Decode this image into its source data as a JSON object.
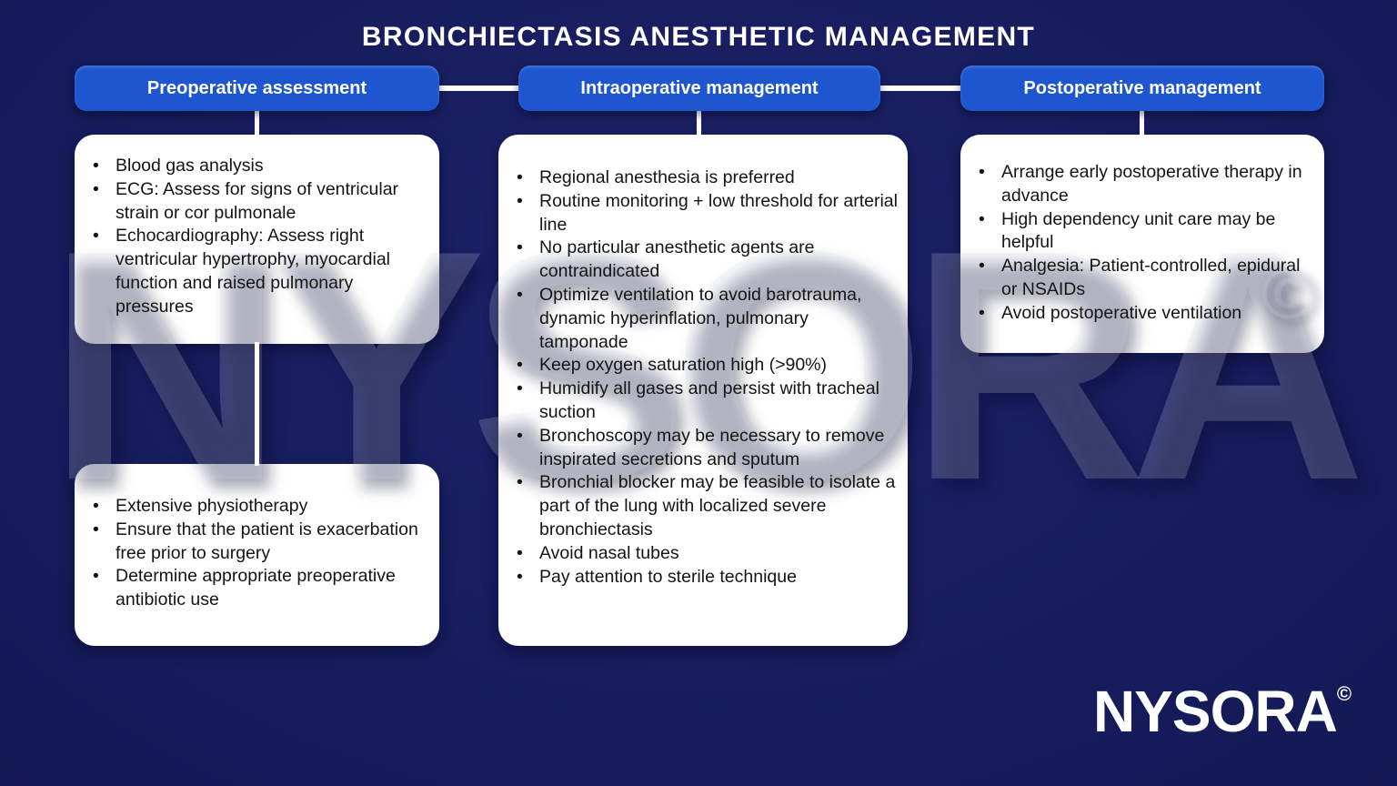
{
  "title": "BRONCHIECTASIS ANESTHETIC MANAGEMENT",
  "watermark": {
    "text": "NYSORA",
    "copyright": "©"
  },
  "logo": {
    "text": "NYSORA",
    "copyright": "©"
  },
  "colors": {
    "background_navy": "#151b58",
    "accent_blue": "#1d56cf",
    "card_white": "#ffffff",
    "text_dark": "#141414",
    "connector_white": "#ffffff"
  },
  "columns": [
    {
      "id": "preoperative",
      "header": "Preoperative assessment",
      "cards": [
        {
          "items": [
            "Blood gas analysis",
            "ECG: Assess for signs of ventricular strain or cor pulmonale",
            "Echocardiography: Assess right ventricular hypertrophy, myocardial function and raised pulmonary pressures"
          ]
        },
        {
          "items": [
            "Extensive physiotherapy",
            "Ensure that the patient is exacerbation free prior to surgery",
            "Determine appropriate preoperative antibiotic use"
          ]
        }
      ]
    },
    {
      "id": "intraoperative",
      "header": "Intraoperative management",
      "cards": [
        {
          "items": [
            "Regional anesthesia is preferred",
            "Routine monitoring + low threshold for arterial line",
            "No particular anesthetic agents are contraindicated",
            "Optimize ventilation to avoid barotrauma, dynamic hyperinflation, pulmonary tamponade",
            "Keep oxygen saturation high (>90%)",
            "Humidify all gases and persist with tracheal suction",
            "Bronchoscopy may be necessary to remove inspirated secretions and sputum",
            "Bronchial blocker may be feasible to isolate a part of the lung with localized severe bronchiectasis",
            "Avoid nasal tubes",
            "Pay attention to sterile technique"
          ]
        }
      ]
    },
    {
      "id": "postoperative",
      "header": "Postoperative management",
      "cards": [
        {
          "items": [
            "Arrange early postoperative therapy in advance",
            "High dependency unit care may be helpful",
            "Analgesia: Patient-controlled, epidural or NSAIDs",
            "Avoid postoperative ventilation"
          ]
        }
      ]
    }
  ]
}
